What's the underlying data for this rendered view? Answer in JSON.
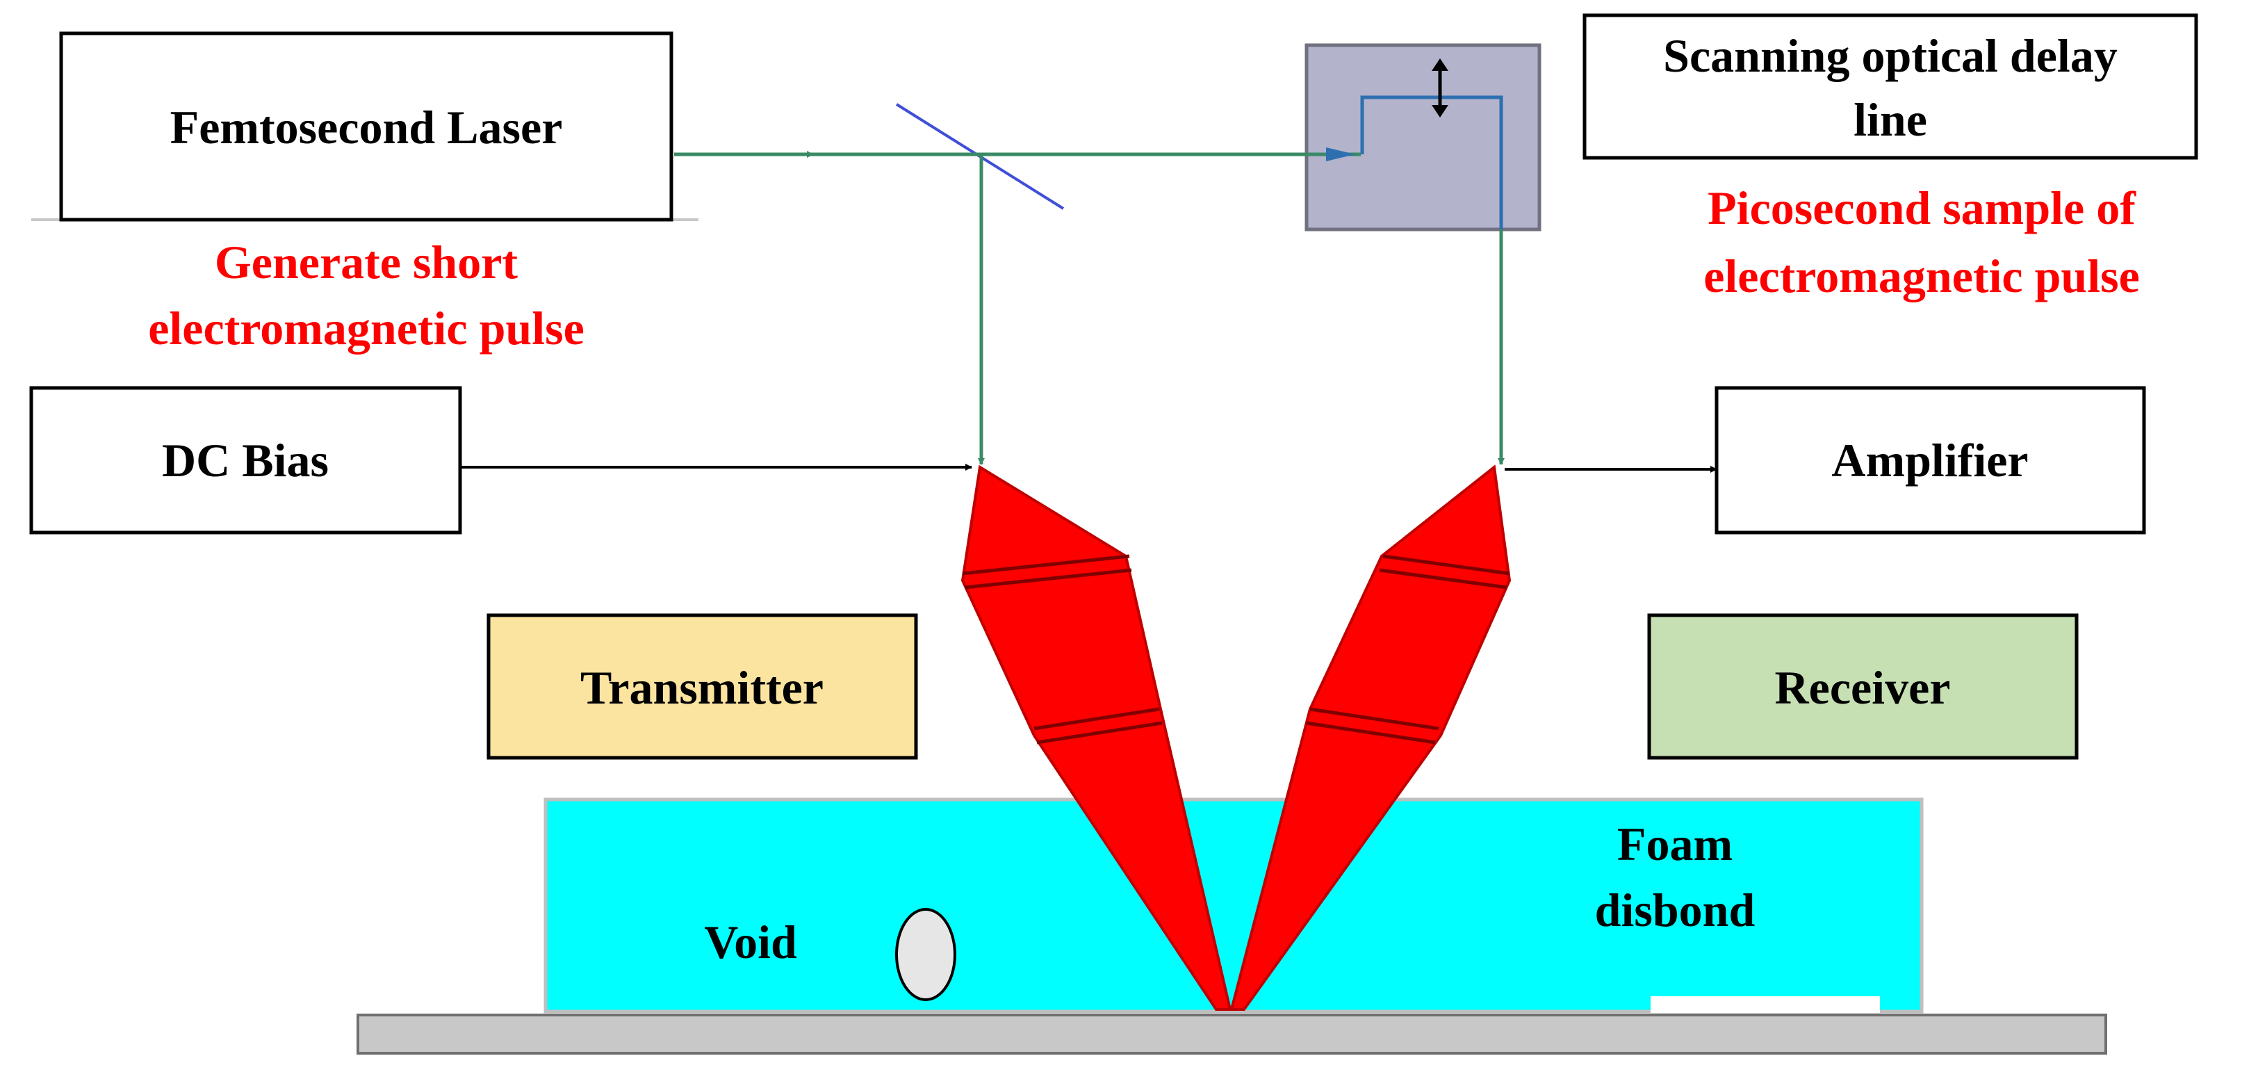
{
  "boxes": {
    "laser": "Femtosecond Laser",
    "delay_line_1": "Scanning optical delay",
    "delay_line_2": "line",
    "dc_bias": "DC Bias",
    "amplifier": "Amplifier",
    "transmitter": "Transmitter",
    "receiver": "Receiver"
  },
  "annotations": {
    "laser_note_1": "Generate short",
    "laser_note_2": "electromagnetic pulse",
    "delay_note_1": "Picosecond sample of",
    "delay_note_2": "electromagnetic pulse"
  },
  "sample": {
    "void": "Void",
    "foam_1": "Foam",
    "foam_2": "disbond"
  },
  "colors": {
    "beam": "#3a8a66",
    "probe": "#ff0000",
    "foam": "#00ffff",
    "transmitter_fill": "#fbe3a0",
    "receiver_fill": "#c6e0b4",
    "delay_fill": "#b3b3cc",
    "base_fill": "#c8c8c8"
  }
}
